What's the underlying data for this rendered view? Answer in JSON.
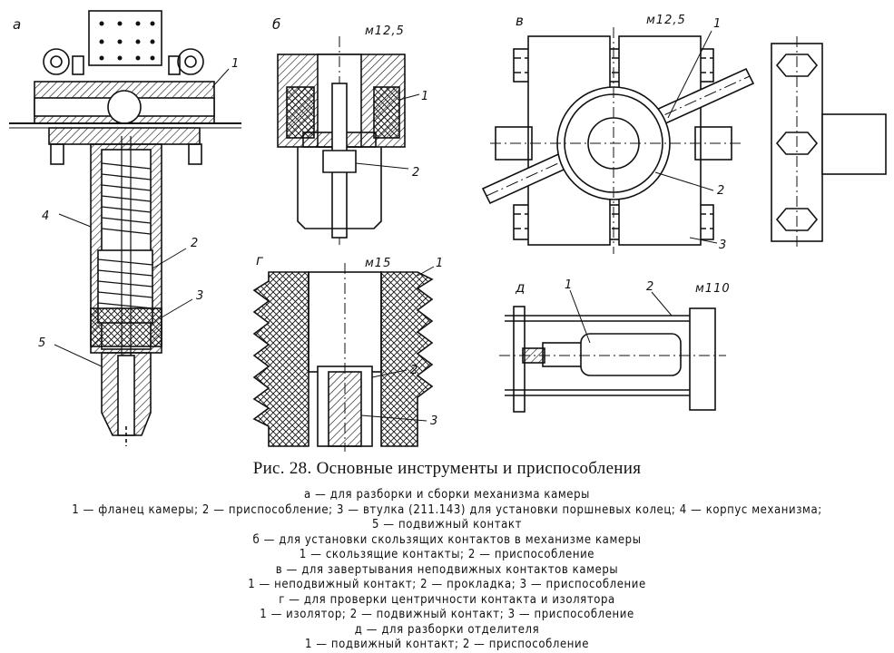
{
  "panels": {
    "a": {
      "label": "а",
      "callouts": [
        "1",
        "2",
        "3",
        "4",
        "5"
      ]
    },
    "b": {
      "label": "б",
      "scale": "м12,5",
      "callouts": [
        "1",
        "2"
      ]
    },
    "v": {
      "label": "в",
      "scale": "м12,5",
      "callouts": [
        "1",
        "2",
        "3"
      ]
    },
    "g": {
      "label": "г",
      "scale": "м15",
      "callouts": [
        "1",
        "2",
        "3"
      ]
    },
    "d": {
      "label": "д",
      "scale": "м110",
      "callouts": [
        "1",
        "2"
      ]
    }
  },
  "caption": {
    "title": "Рис. 28. Основные инструменты и приспособления",
    "lines": [
      "а — для разборки и сборки механизма камеры",
      "1 — фланец камеры; 2 — приспособление; 3 — втулка (211.143) для установки поршневых колец; 4 — корпус механизма;",
      "5 — подвижный контакт",
      "б — для установки скользящих контактов в механизме камеры",
      "1 — скользящие контакты; 2 — приспособление",
      "в — для завертывания неподвижных контактов камеры",
      "1 — неподвижный контакт; 2 — прокладка; 3 — приспособление",
      "г — для проверки центричности контакта и изолятора",
      "1 — изолятор; 2 — подвижный контакт; 3 — приспособление",
      "д — для разборки отделителя",
      "1 — подвижный контакт; 2 — приспособление"
    ]
  }
}
